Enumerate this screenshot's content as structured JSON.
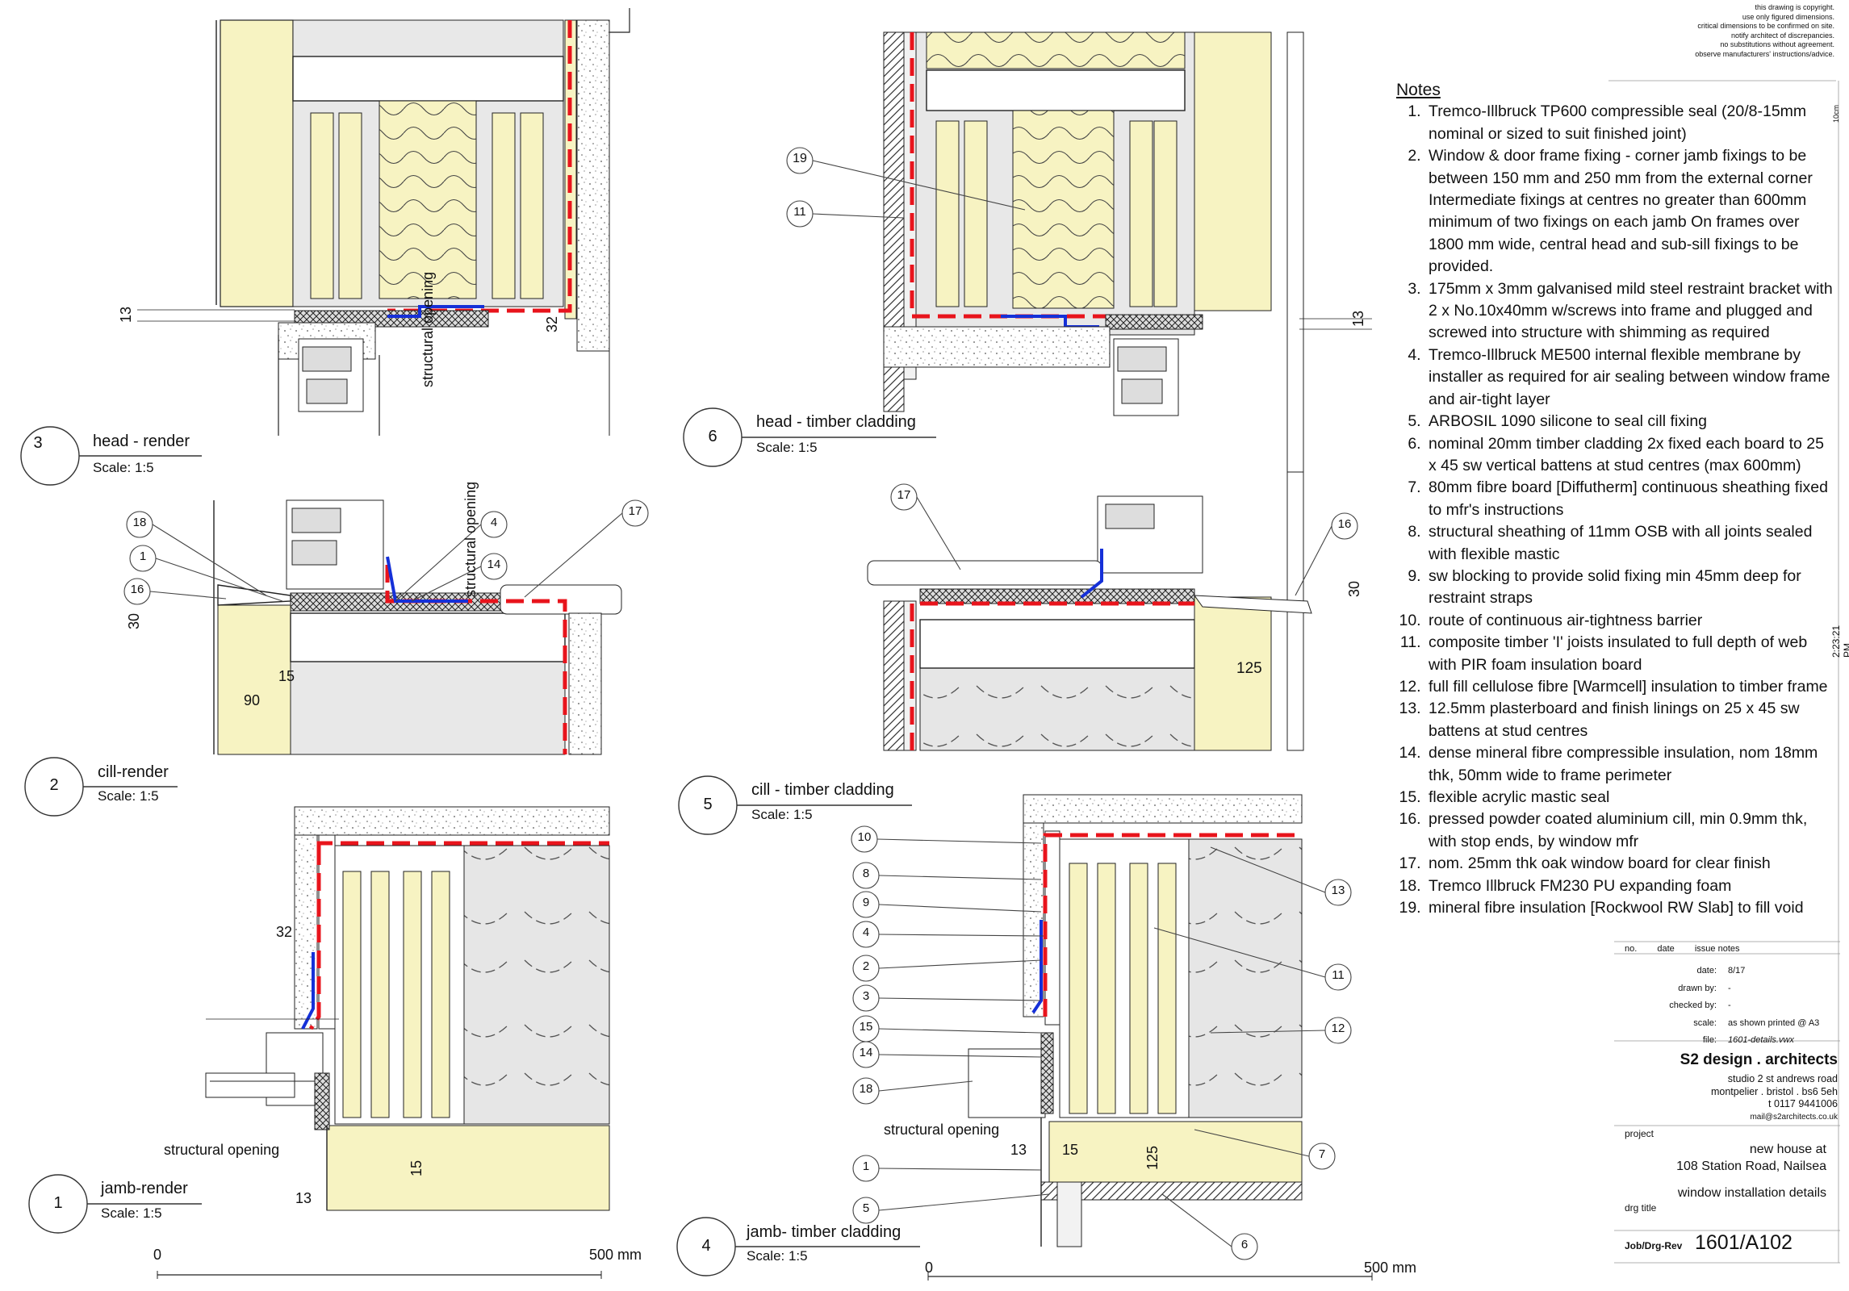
{
  "copyright": [
    "this drawing is copyright.",
    "use only figured dimensions.",
    "critical dimensions to be confirmed on site.",
    "notify architect of discrepancies.",
    "no substitutions without agreement.",
    "observe manufacturers' instructions/advice."
  ],
  "notes": {
    "heading": "Notes",
    "items": [
      "Tremco-Illbruck TP600 compressible seal (20/8-15mm nominal or sized to suit finished joint)",
      "Window & door frame fixing - corner jamb fixings to be between 150 mm and 250 mm from the external corner Intermediate fixings at centres no greater than 600mm minimum of two fixings on each jamb On frames over 1800 mm wide, central head and sub-sill fixings to be provided.",
      "175mm x 3mm galvanised mild steel restraint bracket with 2 x No.10x40mm w/screws into frame and plugged and screwed into structure with shimming as required",
      "Tremco-Illbruck ME500 internal flexible membrane by installer as required for air sealing between window frame and air-tight layer",
      "ARBOSIL 1090 silicone to seal cill fixing",
      "nominal 20mm timber cladding 2x fixed each board to 25 x 45 sw vertical battens at stud centres (max 600mm)",
      "80mm fibre board [Diffutherm] continuous sheathing fixed to mfr's instructions",
      "structural sheathing of 11mm OSB with all joints sealed with flexible mastic",
      "sw blocking to provide solid fixing min 45mm deep for restraint straps",
      "route of continuous air-tightness barrier",
      "composite timber 'I' joists insulated to full depth of web with PIR foam insulation board",
      "full fill cellulose fibre [Warmcell] insulation to timber frame",
      "12.5mm plasterboard and finish linings on 25 x 45 sw battens at stud centres",
      "dense mineral fibre compressible insulation, nom 18mm thk, 50mm wide to frame perimeter",
      "flexible acrylic mastic seal",
      "pressed powder coated aluminium cill, min 0.9mm thk, with stop ends, by window mfr",
      "nom. 25mm thk oak window board for clear finish",
      "Tremco Illbruck FM230 PU expanding foam",
      "mineral fibre insulation [Rockwool RW Slab] to fill void"
    ]
  },
  "details": [
    {
      "num": "3",
      "title": "head - render",
      "scale": "Scale: 1:5"
    },
    {
      "num": "6",
      "title": "head - timber cladding",
      "scale": "Scale: 1:5"
    },
    {
      "num": "2",
      "title": "cill-render",
      "scale": "Scale: 1:5"
    },
    {
      "num": "5",
      "title": "cill - timber cladding",
      "scale": "Scale: 1:5"
    },
    {
      "num": "1",
      "title": "jamb-render",
      "scale": "Scale: 1:5"
    },
    {
      "num": "4",
      "title": "jamb- timber cladding",
      "scale": "Scale: 1:5"
    }
  ],
  "labels": {
    "structural_opening": "structural opening",
    "scale_zero": "0",
    "scale_end": "500 mm",
    "plot_time": "2:23:21 PM",
    "ruler": "10cm"
  },
  "dims": {
    "d13": "13",
    "d32": "32",
    "d30": "30",
    "d15": "15",
    "d90": "90",
    "d125": "125"
  },
  "title_block": {
    "header": [
      "no.",
      "date",
      "issue notes"
    ],
    "rows": [
      {
        "k": "date:",
        "v": "8/17"
      },
      {
        "k": "drawn by:",
        "v": "-"
      },
      {
        "k": "checked by:",
        "v": "-"
      },
      {
        "k": "scale:",
        "v": "as shown printed @ A3"
      },
      {
        "k": "file:",
        "v": "1601-details.vwx"
      }
    ],
    "firm": "S2 design . architects",
    "address": [
      "studio 2    st andrews road",
      "montpelier . bristol . bs6 5eh",
      "t 0117 9441006",
      "mail@s2architects.co.uk"
    ],
    "project_label": "project",
    "project": [
      "new house at",
      "108 Station Road, Nailsea"
    ],
    "drg_title_label": "drg title",
    "drg_title": "window installation details",
    "job_label": "Job/Drg-Rev",
    "job": "1601/A102"
  },
  "colors": {
    "airtight": "#e8141c",
    "membrane": "#1530d8",
    "yellow": "#f7f3c2",
    "grey": "#e6e6e6"
  }
}
